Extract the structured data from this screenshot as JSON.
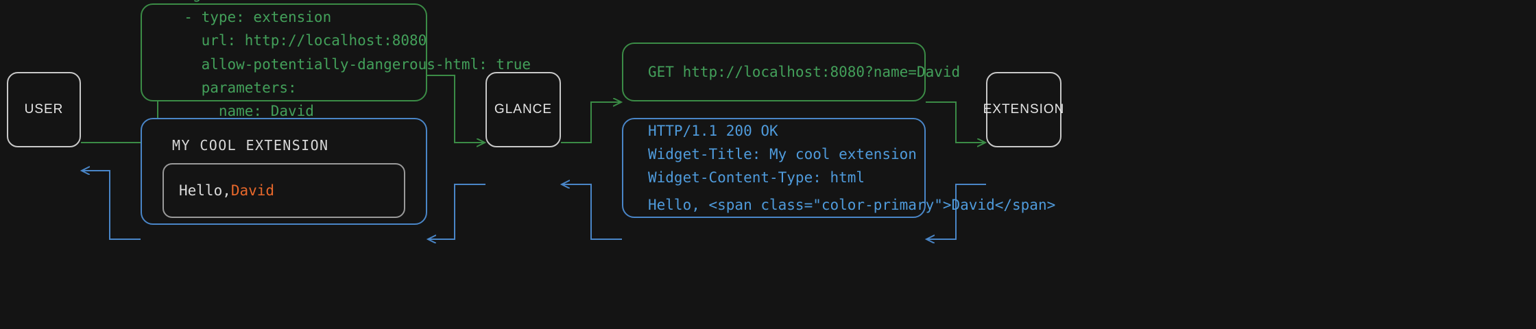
{
  "theme": {
    "background": "#141414",
    "node_border": "#c9c9c9",
    "node_text": "#e6e6e6",
    "request_green": "#43a05a",
    "response_blue": "#4f9bdc",
    "accent_orange": "#e8682b",
    "card_border": "#9a9a9a"
  },
  "nodes": {
    "user": "USER",
    "glance": "GLANCE",
    "extension": "EXTENSION"
  },
  "config_box": {
    "lines": [
      "widgets:",
      "  - type: extension",
      "    url: http://localhost:8080",
      "    allow-potentially-dangerous-html: true",
      "    parameters:",
      "      name: David"
    ]
  },
  "request_box": {
    "lines": [
      "GET http://localhost:8080?name=David"
    ]
  },
  "response_box": {
    "lines": [
      "HTTP/1.1 200 OK",
      "Widget-Title: My cool extension",
      "Widget-Content-Type: html",
      "",
      "Hello, <span class=\"color-primary\">David</span>"
    ]
  },
  "widget_preview": {
    "title": "MY COOL EXTENSION",
    "greeting": "Hello, ",
    "name": "David"
  },
  "flow": {
    "request_color": "#3b8c46",
    "response_color": "#4a86c8"
  }
}
